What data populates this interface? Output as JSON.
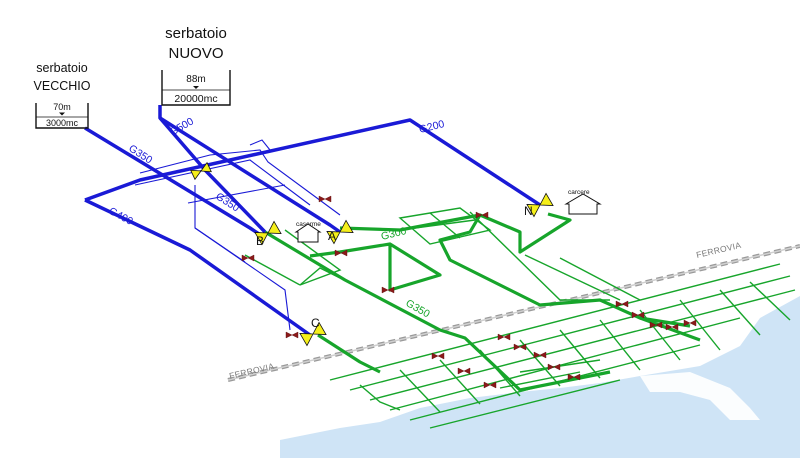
{
  "tanks": {
    "nuovo": {
      "line1": "serbatoio",
      "line2": "NUOVO",
      "elevation": "88m",
      "capacity": "20000mc"
    },
    "vecchio": {
      "line1": "serbatoio",
      "line2": "VECCHIO",
      "elevation": "70m",
      "capacity": "3000mc"
    }
  },
  "pipe_labels": {
    "g500": "G500",
    "g350_upper": "G350",
    "g350_middle": "G350",
    "g400": "G400",
    "g200": "G200",
    "g300": "G300",
    "g350_green": "G350"
  },
  "nodes": {
    "a": "A",
    "b": "B",
    "c": "C",
    "n": "N"
  },
  "buildings": {
    "caserme": "caserme",
    "carcere": "carcere"
  },
  "railway": {
    "left": "FERROVIA",
    "right": "FERROVIA"
  },
  "colors": {
    "main_pipe": "#1a1ad6",
    "distribution_pipe": "#17a52b",
    "valve_yellow": "#f5ef1a",
    "valve_red": "#8b1a1a",
    "sea": "#cfe4f6",
    "railway": "#9a9a9a"
  }
}
